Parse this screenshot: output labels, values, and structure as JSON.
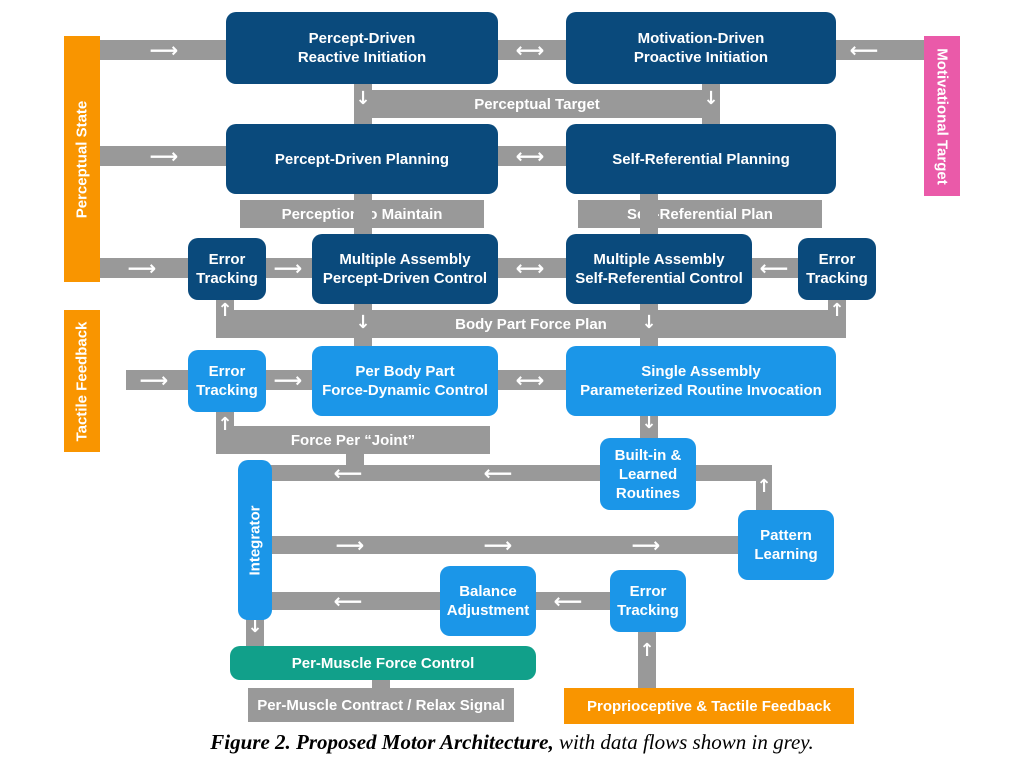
{
  "boxes": {
    "percept_reactive": "Percept-Driven\nReactive Initiation",
    "motivation_proactive": "Motivation-Driven\nProactive Initiation",
    "percept_planning": "Percept-Driven Planning",
    "self_ref_planning": "Self-Referential Planning",
    "error_tracking_1": "Error\nTracking",
    "multi_percept_control": "Multiple Assembly\nPercept-Driven Control",
    "multi_self_ref_control": "Multiple Assembly\nSelf-Referential Control",
    "error_tracking_2": "Error\nTracking",
    "error_tracking_3": "Error\nTracking",
    "per_body_part": "Per Body Part\nForce-Dynamic Control",
    "single_assembly": "Single Assembly\nParameterized Routine Invocation",
    "builtin_routines": "Built-in &\nLearned\nRoutines",
    "integrator": "Integrator",
    "pattern_learning": "Pattern\nLearning",
    "balance_adjustment": "Balance\nAdjustment",
    "error_tracking_4": "Error\nTracking",
    "per_muscle_force": "Per-Muscle Force Control"
  },
  "side_labels": {
    "perceptual_state": "Perceptual State",
    "motivational_target": "Motivational Target",
    "tactile_feedback": "Tactile Feedback",
    "proprioceptive": "Proprioceptive & Tactile Feedback"
  },
  "flows": {
    "perceptual_target": "Perceptual Target",
    "perception_to_maintain": "Perception to Maintain",
    "self_referential_plan": "Self-Referential Plan",
    "body_part_force_plan": "Body Part Force Plan",
    "force_per_joint": "Force Per “Joint”",
    "per_muscle_signal": "Per-Muscle Contract / Relax Signal"
  },
  "caption": {
    "bold": "Figure 2. Proposed Motor Architecture,",
    "italic": " with data flows shown in grey."
  },
  "colors": {
    "dark_box": "#0a4a7c",
    "light_box": "#1b96e8",
    "teal_box": "#11a08a",
    "orange_input": "#f99500",
    "pink_input": "#ea5aa9",
    "data_flow": "#999999"
  }
}
